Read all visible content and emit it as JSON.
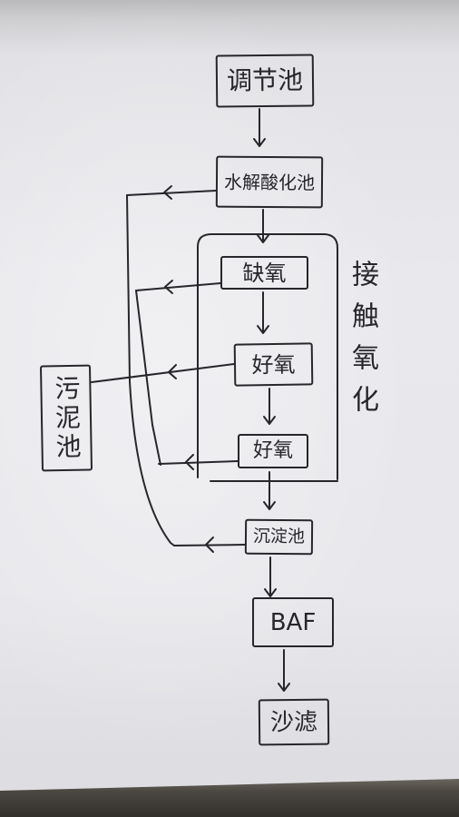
{
  "nodes": {
    "regulating": "调节池",
    "hydrolysis": "水解酸化池",
    "anoxic": "缺氧",
    "aerobic_1": "好氧",
    "aerobic_2": "好氧",
    "sedimentation": "沉淀池",
    "baf": "BAF",
    "sand_filter": "沙滤",
    "sludge": "污泥池"
  },
  "group_label": "接触氧化",
  "colors": {
    "ink": "#26262b",
    "paper": "#e9e9ed",
    "table": "#3d3a36"
  }
}
